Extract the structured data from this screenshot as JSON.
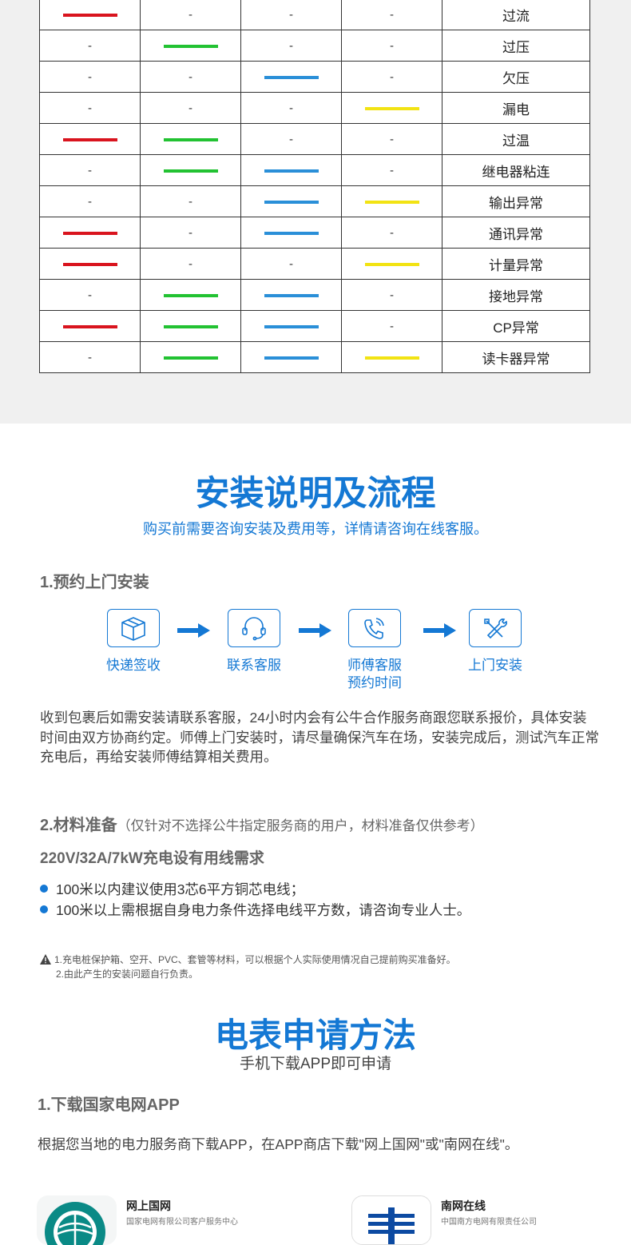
{
  "fault_table": {
    "dash": "-",
    "rows": [
      {
        "lights": [
          true,
          false,
          false,
          false
        ],
        "label": "过流"
      },
      {
        "lights": [
          false,
          true,
          false,
          false
        ],
        "label": "过压"
      },
      {
        "lights": [
          false,
          false,
          true,
          false
        ],
        "label": "欠压"
      },
      {
        "lights": [
          false,
          false,
          false,
          true
        ],
        "label": "漏电"
      },
      {
        "lights": [
          true,
          true,
          false,
          false
        ],
        "label": "过温"
      },
      {
        "lights": [
          false,
          true,
          true,
          false
        ],
        "label": "继电器粘连"
      },
      {
        "lights": [
          false,
          false,
          true,
          true
        ],
        "label": "输出异常"
      },
      {
        "lights": [
          true,
          false,
          true,
          false
        ],
        "label": "通讯异常"
      },
      {
        "lights": [
          true,
          false,
          false,
          true
        ],
        "label": "计量异常"
      },
      {
        "lights": [
          false,
          true,
          true,
          false
        ],
        "label": "接地异常"
      },
      {
        "lights": [
          true,
          true,
          true,
          false
        ],
        "label": "CP异常"
      },
      {
        "lights": [
          false,
          true,
          true,
          true
        ],
        "label": "读卡器异常"
      }
    ],
    "light_colors": [
      "#d9141e",
      "#22c232",
      "#2a8fd8",
      "#f2e313"
    ]
  },
  "install": {
    "title": "安装说明及流程",
    "subtitle": "购买前需要咨询安装及费用等，详情请咨询在线客服。",
    "section1": "1.预约上门安装",
    "steps": [
      {
        "icon": "package-box-icon",
        "label": "快递签收"
      },
      {
        "icon": "headset-icon",
        "label": "联系客服"
      },
      {
        "icon": "phone-call-icon",
        "label": "师傅客服\n预约时间"
      },
      {
        "icon": "tools-icon",
        "label": "上门安装"
      }
    ],
    "paragraph": "收到包裹后如需安装请联系客服，24小时内会有公牛合作服务商跟您联系报价，具体安装时间由双方协商约定。师傅上门安装时，请尽量确保汽车在场，安装完成后，测试汽车正常充电后，再给安装师傅结算相关费用。",
    "section2": "2.材料准备",
    "section2_note": "（仅针对不选择公牛指定服务商的用户，材料准备仅供参考）",
    "requirement_title": "220V/32A/7kW充电设有用线需求",
    "bullets": [
      "100米以内建议使用3芯6平方铜芯电线；",
      "100米以上需根据自身电力条件选择电线平方数，请咨询专业人士。"
    ],
    "warning_lines": [
      "1.充电桩保护箱、空开、PVC、套管等材料，可以根据个人实际使用情况自己提前购买准备好。",
      "2.由此产生的安装问题自行负责。"
    ]
  },
  "meter": {
    "title": "电表申请方法",
    "subtitle": "手机下载APP即可申请",
    "section1": "1.下载国家电网APP",
    "paragraph": "根据您当地的电力服务商下载APP，在APP商店下载\"网上国网\"或\"南网在线\"。",
    "apps": [
      {
        "name": "网上国网",
        "desc": "国家电网有限公司客户服务中心",
        "logo": "state-grid-logo-icon"
      },
      {
        "name": "南网在线",
        "desc": "中国南方电网有限责任公司",
        "logo": "china-southern-grid-logo-icon"
      }
    ]
  }
}
